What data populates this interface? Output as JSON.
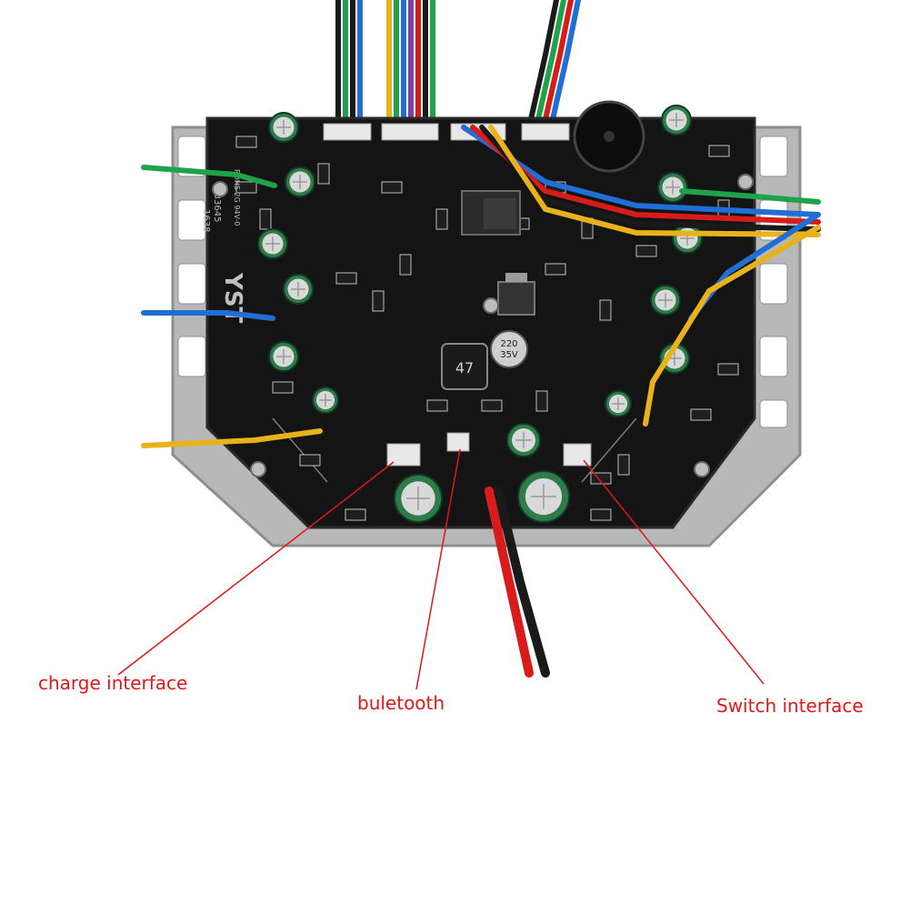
{
  "colors": {
    "board": "#141414",
    "board_edge": "#2a2a2a",
    "heatsink": "#b8b8b8",
    "heatsink_dark": "#8e8e8e",
    "silk": "#bfbfbf",
    "annotation": "#e01818",
    "wire_green": "#1fa34a",
    "wire_blue": "#1f6fd6",
    "wire_yellow": "#e9b21a",
    "wire_red": "#d81c1c",
    "wire_black": "#1a1a1a",
    "capacitor": "#2f7b4a",
    "capacitor_top": "#d9d9d9"
  },
  "board": {
    "silkscreen_brand": "YST",
    "silkscreen_code": "E333645",
    "silkscreen_date": "1638",
    "silkscreen_rohs": "ROHS 2G 94V-0",
    "ic_label_top": "220",
    "ic_label_bottom": "35V",
    "inductor_label": "47"
  },
  "annotations": {
    "charge": "charge interface",
    "bluetooth": "buletooth",
    "switch": "Switch interface"
  }
}
